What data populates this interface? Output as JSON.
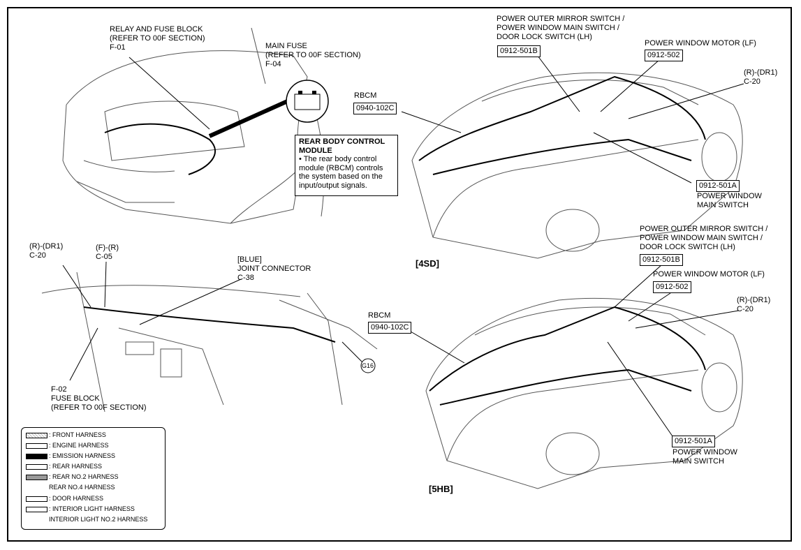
{
  "labels": {
    "relay_fuse_block": [
      "RELAY AND FUSE BLOCK",
      "(REFER TO 00F SECTION)",
      "F-01"
    ],
    "main_fuse": [
      "MAIN FUSE",
      "(REFER TO 00F SECTION)",
      "F-04"
    ],
    "rbcm_4sd": "RBCM",
    "rbcm_5hb": "RBCM",
    "mirror_switch_4sd": [
      "POWER OUTER MIRROR SWITCH /",
      "POWER WINDOW MAIN SWITCH /",
      "DOOR LOCK SWITCH (LH)"
    ],
    "mirror_switch_5hb": [
      "POWER OUTER MIRROR SWITCH /",
      "POWER WINDOW MAIN SWITCH /",
      "DOOR LOCK SWITCH (LH)"
    ],
    "window_motor_4sd": "POWER WINDOW MOTOR (LF)",
    "window_motor_5hb": "POWER WINDOW MOTOR (LF)",
    "dr1_4sd": [
      "(R)-(DR1)",
      "C-20"
    ],
    "dr1_5hb": [
      "(R)-(DR1)",
      "C-20"
    ],
    "dr1_left": [
      "(R)-(DR1)",
      "C-20"
    ],
    "fr_left": [
      "(F)-(R)",
      "C-05"
    ],
    "joint_connector": [
      "[BLUE]",
      "JOINT CONNECTOR",
      "C-38"
    ],
    "fuse_block": [
      "F-02",
      "FUSE BLOCK",
      "(REFER TO 00F SECTION)"
    ],
    "pw_main_switch_4sd": [
      "POWER WINDOW",
      "MAIN SWITCH"
    ],
    "pw_main_switch_5hb": [
      "POWER WINDOW",
      "MAIN SWITCH"
    ],
    "ground": "G16"
  },
  "connectors": {
    "rbcm_4sd": "0940-102C",
    "rbcm_5hb": "0940-102C",
    "mirror_4sd": "0912-501B",
    "mirror_5hb": "0912-501B",
    "motor_4sd": "0912-502",
    "motor_5hb": "0912-502",
    "switch_4sd": "0912-501A",
    "switch_5hb": "0912-501A"
  },
  "views": {
    "sedan": "[4SD]",
    "hatch": "[5HB]"
  },
  "note": {
    "title": "REAR BODY CONTROL MODULE",
    "body": "• The rear body control module (RBCM) controls the system based on the input/output signals."
  },
  "legend": [
    {
      "label": ": FRONT HARNESS",
      "swatch": "dots"
    },
    {
      "label": ": ENGINE HARNESS",
      "swatch": "white"
    },
    {
      "label": ": EMISSION HARNESS",
      "swatch": "black"
    },
    {
      "label": ": REAR HARNESS",
      "swatch": "white"
    },
    {
      "label": ": REAR NO.2 HARNESS",
      "swatch": "gray"
    },
    {
      "label": "REAR NO.4 HARNESS",
      "swatch": "none"
    },
    {
      "label": ": DOOR HARNESS",
      "swatch": "white"
    },
    {
      "label": ": INTERIOR LIGHT HARNESS",
      "swatch": "white"
    },
    {
      "label": "INTERIOR LIGHT NO.2 HARNESS",
      "swatch": "none"
    }
  ]
}
